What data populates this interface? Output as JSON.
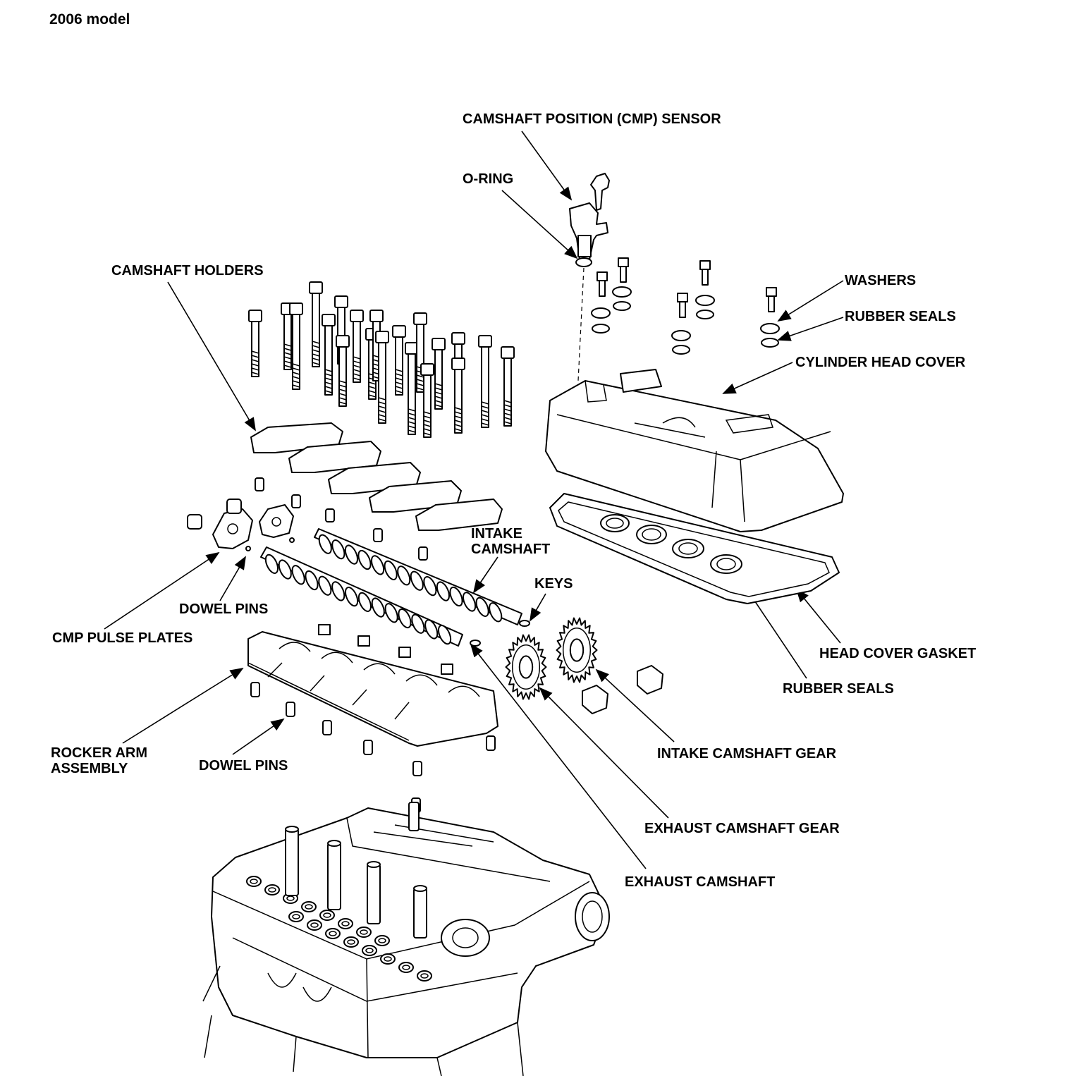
{
  "diagram": {
    "title": "2006 model",
    "labels": {
      "cmp_sensor": "CAMSHAFT POSITION (CMP) SENSOR",
      "o_ring": "O-RING",
      "camshaft_holders": "CAMSHAFT HOLDERS",
      "washers": "WASHERS",
      "rubber_seals_top": "RUBBER SEALS",
      "cylinder_head_cover": "CYLINDER HEAD COVER",
      "intake_camshaft_1": "INTAKE",
      "intake_camshaft_2": "CAMSHAFT",
      "keys": "KEYS",
      "dowel_pins_top": "DOWEL PINS",
      "cmp_pulse_plates": "CMP PULSE PLATES",
      "head_cover_gasket": "HEAD COVER GASKET",
      "rubber_seals_bottom": "RUBBER SEALS",
      "rocker_arm_1": "ROCKER ARM",
      "rocker_arm_2": "ASSEMBLY",
      "dowel_pins_bottom": "DOWEL PINS",
      "intake_camshaft_gear": "INTAKE CAMSHAFT GEAR",
      "exhaust_camshaft_gear": "EXHAUST CAMSHAFT GEAR",
      "exhaust_camshaft": "EXHAUST CAMSHAFT"
    }
  }
}
